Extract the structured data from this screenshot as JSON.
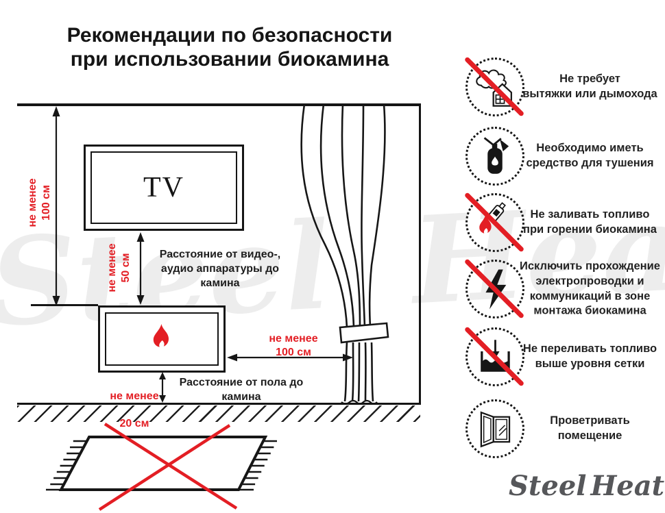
{
  "title": {
    "line1": "Рекомендации по безопасности",
    "line2": "при использовании биокамина"
  },
  "diagram": {
    "tv_label": "TV",
    "wall_clearance": {
      "l1": "не менее",
      "l2": "100 см"
    },
    "av_clearance": {
      "l1": "не менее",
      "l2": "50 см"
    },
    "av_caption": "Расстояние от видео-,\nаудио аппаратуры до\nкамина",
    "floor_clearance": {
      "l1": "не менее",
      "l2": "20 см"
    },
    "floor_caption": "Расстояние от пола до\nкамина",
    "curtain_clearance": {
      "l1": "не менее",
      "l2": "100 см"
    }
  },
  "safety_items": [
    {
      "icon": "no-chimney-icon",
      "prohibited": true,
      "text": "Не требует\nвытяжки или дымохода"
    },
    {
      "icon": "extinguisher-icon",
      "prohibited": false,
      "text": "Необходимо иметь\nсредство для тушения"
    },
    {
      "icon": "no-refuel-while-burning-icon",
      "prohibited": true,
      "text": "Не заливать топливо\nпри горении биокамина"
    },
    {
      "icon": "no-wiring-icon",
      "prohibited": true,
      "text": "Исключить прохождение\nэлектропроводки и\nкоммуникаций в зоне\nмонтажа биокамина"
    },
    {
      "icon": "no-overfill-icon",
      "prohibited": true,
      "text": "Не переливать топливо\nвыше уровня сетки"
    },
    {
      "icon": "ventilate-icon",
      "prohibited": false,
      "text": "Проветривать\nпомещение"
    }
  ],
  "watermark": {
    "steel": "Steel",
    "heat": "Heat"
  },
  "logo": {
    "steel": "Steel",
    "heat": "Heat"
  },
  "colors": {
    "accent_red": "#e31e24",
    "ink": "#1a1a1a",
    "watermark_gray": "#ededed",
    "logo_gray": "#56575a"
  }
}
